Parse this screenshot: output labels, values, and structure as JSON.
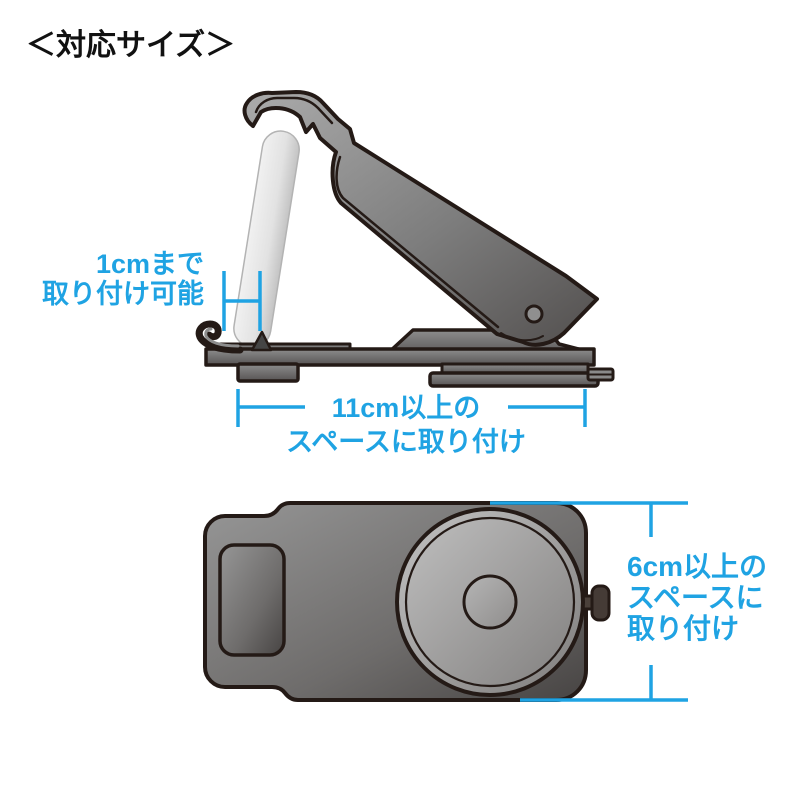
{
  "title": "＜対応サイズ＞",
  "colors": {
    "accent_blue": "#1FA3E3",
    "outline_dark": "#241A16"
  },
  "side_view": {
    "clamp_label_line1": "1cmまで",
    "clamp_label_line2": "取り付け可能",
    "width_label_line1": "11cm以上の",
    "width_label_line2": "スペースに取り付け"
  },
  "top_view": {
    "depth_label_line1": "6cm以上の",
    "depth_label_line2": "スペースに",
    "depth_label_line3": "取り付け"
  }
}
